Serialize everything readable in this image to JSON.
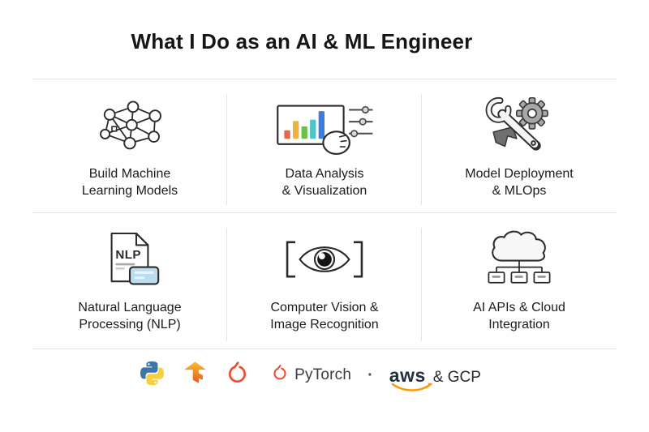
{
  "title": "What I Do as an AI & ML Engineer",
  "grid": {
    "cells": [
      {
        "icon": "neural-network-icon",
        "lines": [
          "Build Machine",
          "Learning Models"
        ]
      },
      {
        "icon": "bar-chart-sliders-icon",
        "lines": [
          "Data Analysis",
          "& Visualization"
        ]
      },
      {
        "icon": "wrench-gear-icon",
        "lines": [
          "Model Deployment",
          "& MLOps"
        ]
      },
      {
        "icon": "nlp-document-icon",
        "lines": [
          "Natural Language",
          "Processing (NLP)"
        ],
        "doc_text": "NLP"
      },
      {
        "icon": "eye-brackets-icon",
        "lines": [
          "Computer Vision &",
          "Image Recognition"
        ]
      },
      {
        "icon": "cloud-network-icon",
        "lines": [
          "AI APIs & Cloud",
          "Integration"
        ]
      }
    ]
  },
  "footer": {
    "logos": [
      "python-logo",
      "tensorflow-logo",
      "pytorch-logo",
      "pytorch-logo-small"
    ],
    "pytorch_text": "PyTorch",
    "separator": "·",
    "aws_text": "aws",
    "gcp_text": "& GCP"
  },
  "colors": {
    "chart_bars": [
      "#e2674b",
      "#eeb33e",
      "#6cc04f",
      "#4fc4c6",
      "#3e7dd9"
    ],
    "python_blue": "#3b77a8",
    "python_yellow": "#f7cf3f",
    "pytorch_red": "#ee4c2c",
    "aws_orange": "#ff9900",
    "text_dark": "#1c1c1c",
    "divider": "#e4e4e4"
  }
}
